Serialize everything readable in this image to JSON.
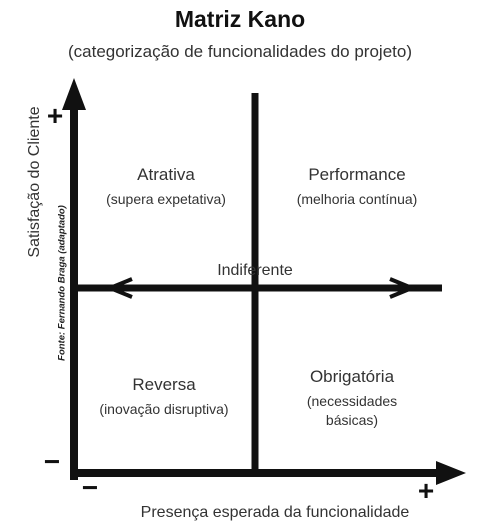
{
  "title": "Matriz Kano",
  "subtitle": "(categorização de funcionalidades do projeto)",
  "y_axis": {
    "label": "Satisfação do Cliente",
    "plus": "+",
    "minus": "−"
  },
  "x_axis": {
    "label": "Presença esperada da funcionalidade",
    "plus": "+",
    "minus": "−"
  },
  "source_note": "Fonte: Fernando Braga (adaptado)",
  "center_label": "Indiferente",
  "quadrants": {
    "top_left": {
      "name": "Atrativa",
      "desc": "(supera expetativa)"
    },
    "top_right": {
      "name": "Performance",
      "desc": "(melhoria contínua)"
    },
    "bottom_left": {
      "name": "Reversa",
      "desc": "(inovação disruptiva)"
    },
    "bottom_right": {
      "name": "Obrigatória",
      "desc": "(necessidades\nbásicas)"
    }
  },
  "colors": {
    "line": "#111111",
    "text": "#333333"
  }
}
